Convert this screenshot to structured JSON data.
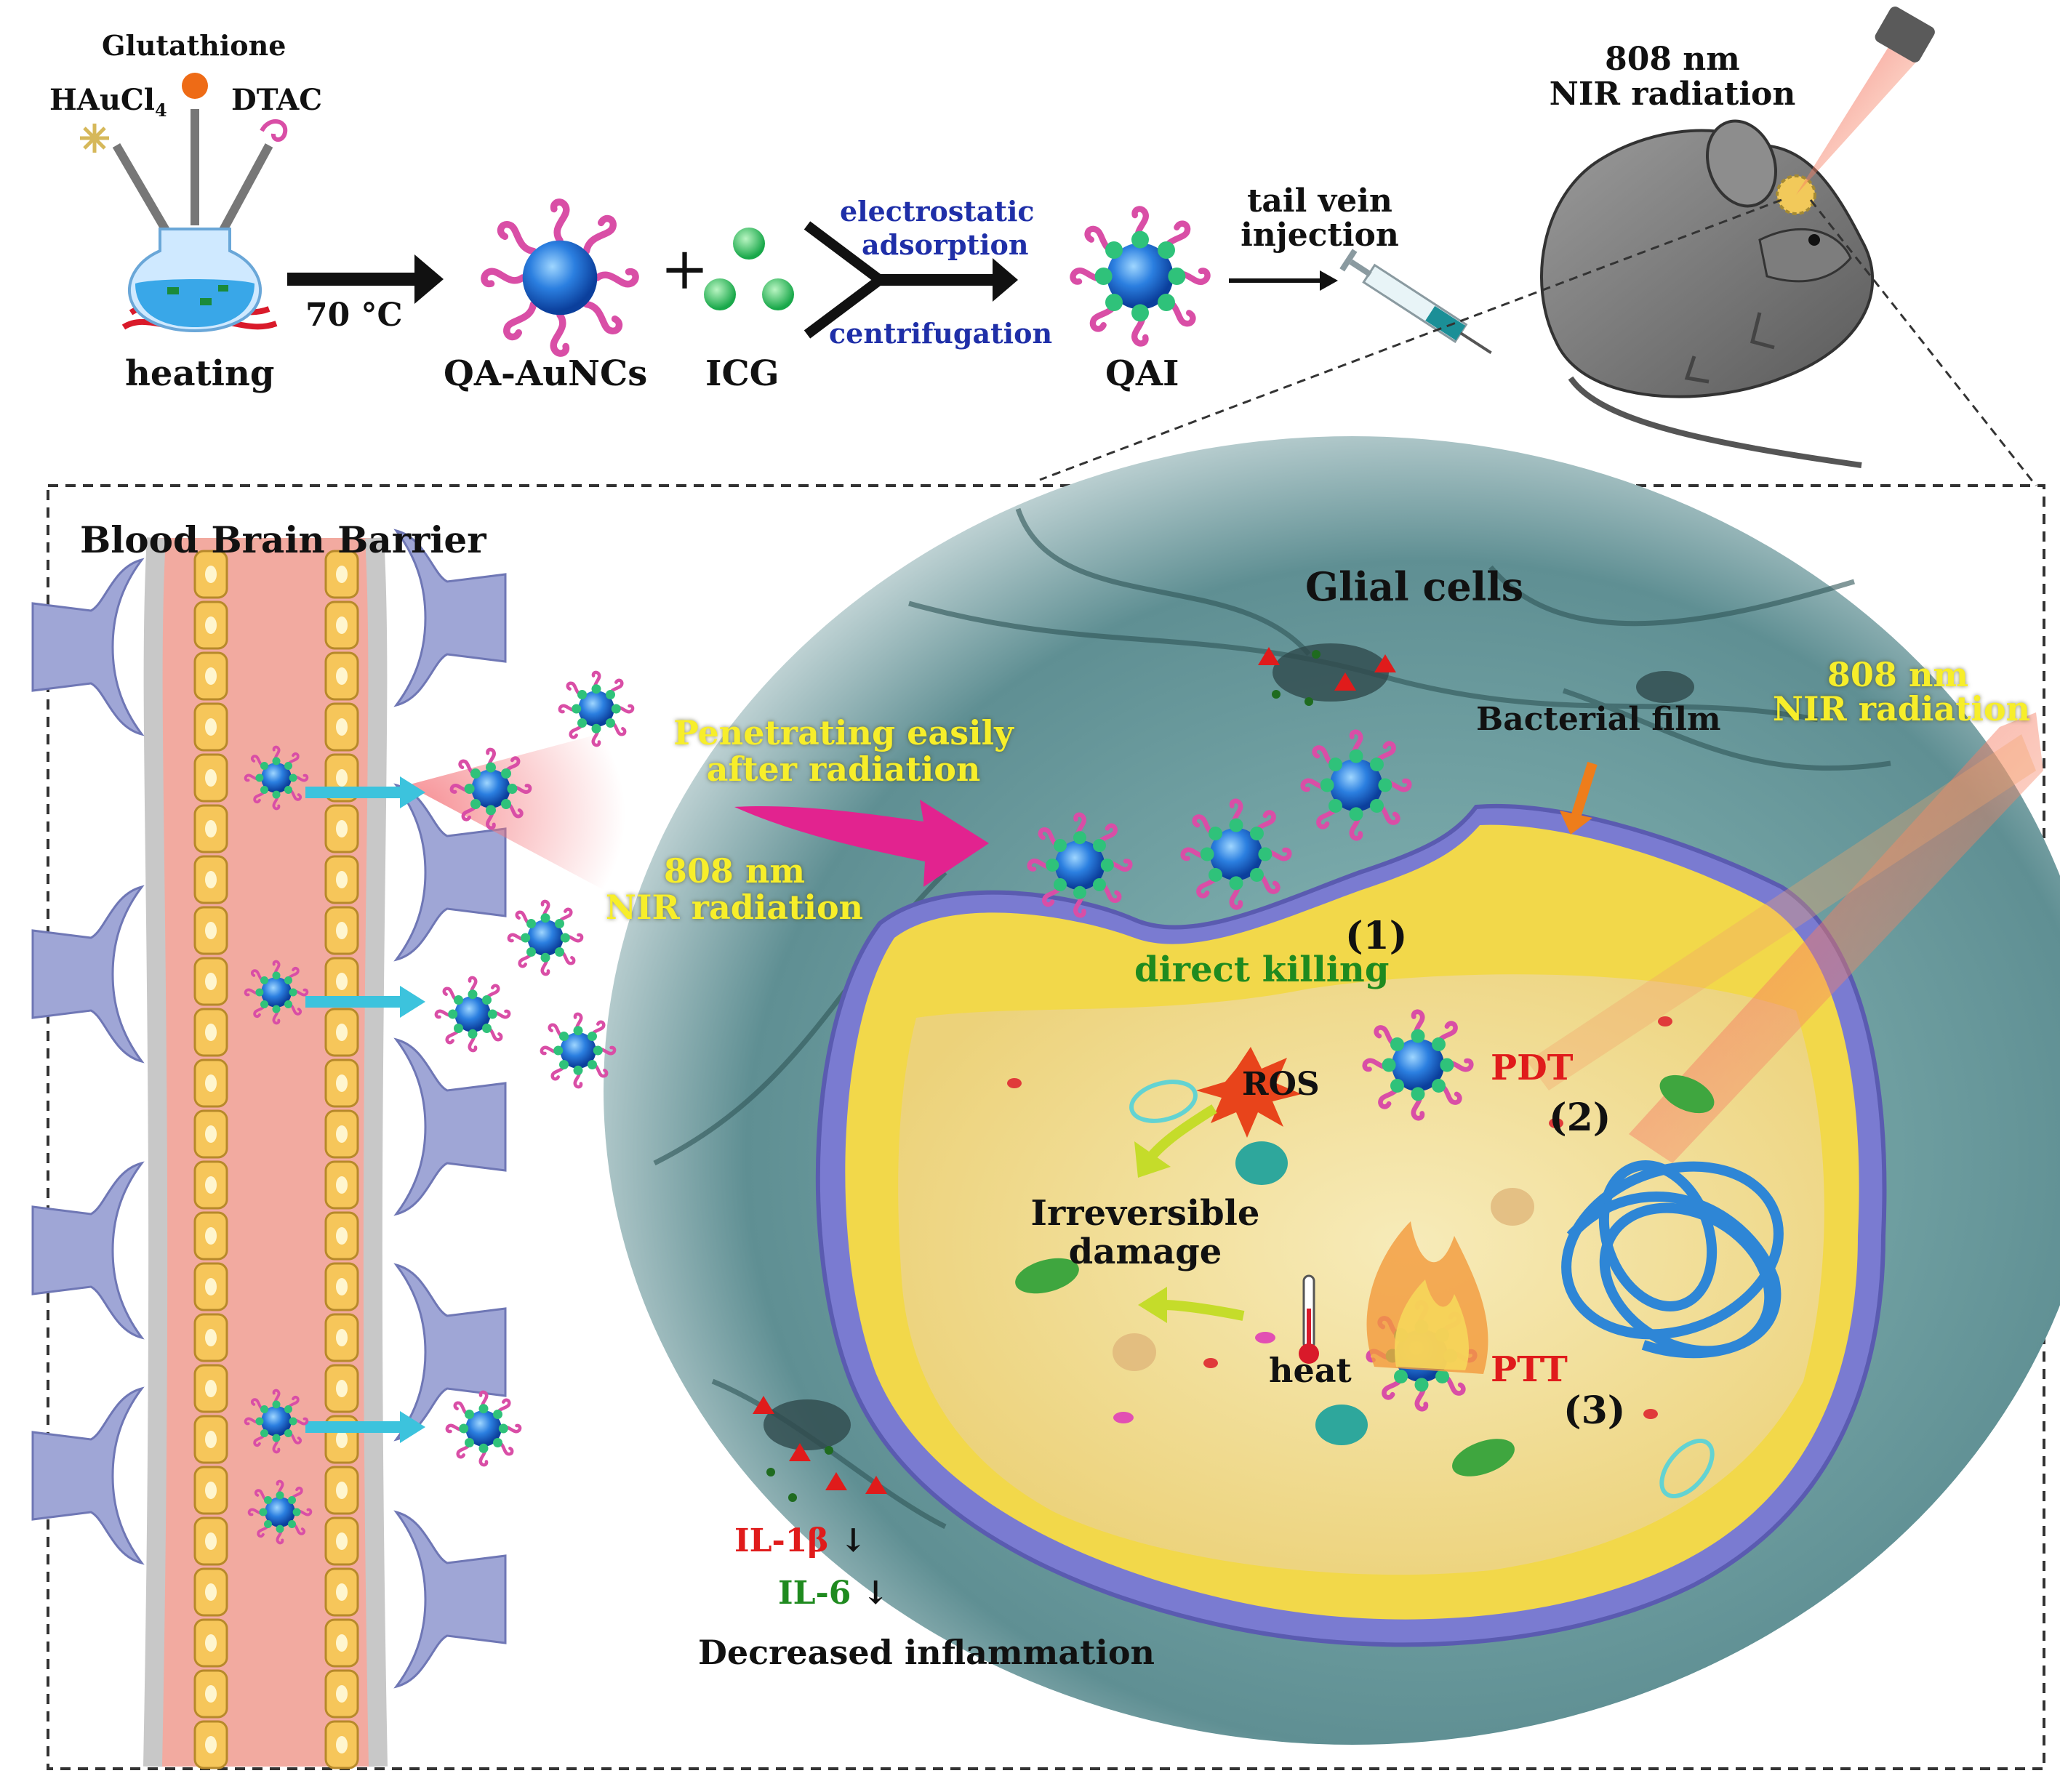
{
  "colors": {
    "vessel_lumen": "#f2aaa0",
    "endothelial_cell": "#f6c65a",
    "astrocyte_foot": "#9fa6d6",
    "tissue_bg": "#5f8f93",
    "bacterium_wall": "#f2d84a",
    "bacterium_inside": "#f1d989",
    "biofilm_edge": "#6d6fc9",
    "label_yellow": "#f7ee2a",
    "label_red": "#e01b1b",
    "label_green": "#1f8a1f",
    "label_blue": "#1f2fa8",
    "arrow_cyan": "#3cc3dd",
    "arrow_magenta": "#e2238f",
    "arrow_yellow": "#c5dc2a"
  },
  "top_row": {
    "glutathione": "Glutathione",
    "haucl4": "HAuCl",
    "haucl4_subscript": "4",
    "dtac": "DTAC",
    "heating": "heating",
    "temperature": "70 °C",
    "qa_aunc": "QA-AuNCs",
    "plus": "+",
    "icg": "ICG",
    "electrostatic": "electrostatic",
    "adsorption": "adsorption",
    "centrifugation": "centrifugation",
    "qai": "QAI",
    "tail_vein": "tail vein",
    "injection": "injection",
    "nir_wavelength": "808 nm",
    "nir_radiation": "NIR radiation"
  },
  "bbb_panel": {
    "title": "Blood Brain Barrier",
    "penetrating_line1": "Penetrating easily",
    "penetrating_line2": "after radiation",
    "nir_wavelength": "808 nm",
    "nir_radiation": "NIR radiation"
  },
  "brain_panel": {
    "glial_cells": "Glial cells",
    "bacterial_film": "Bacterial film",
    "nir_wavelength": "808 nm",
    "nir_radiation": "NIR radiation",
    "step1": "(1)",
    "direct_killing": "direct killing",
    "ros": "ROS",
    "pdt": "PDT",
    "step2": "(2)",
    "irreversible_line1": "Irreversible",
    "irreversible_line2": "damage",
    "heat": "heat",
    "ptt": "PTT",
    "step3": "(3)",
    "il1b": "IL-1β",
    "il1b_arrow": "↓",
    "il6": "IL-6",
    "il6_arrow": "↓",
    "decreased_inflammation": "Decreased inflammation"
  }
}
